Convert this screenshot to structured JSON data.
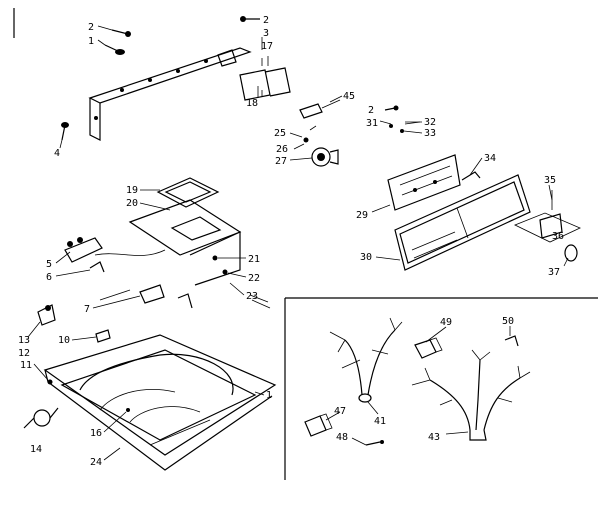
{
  "callouts": [
    "2",
    "1",
    "2",
    "3",
    "17",
    "18",
    "4",
    "45",
    "2",
    "31",
    "32",
    "33",
    "25",
    "26",
    "27",
    "34",
    "35",
    "29",
    "36",
    "30",
    "37",
    "19",
    "20",
    "21",
    "22",
    "23",
    "5",
    "6",
    "7",
    "10",
    "13",
    "12",
    "11",
    "14",
    "16",
    "24",
    "1",
    "49",
    "50",
    "47",
    "48",
    "41",
    "43"
  ]
}
